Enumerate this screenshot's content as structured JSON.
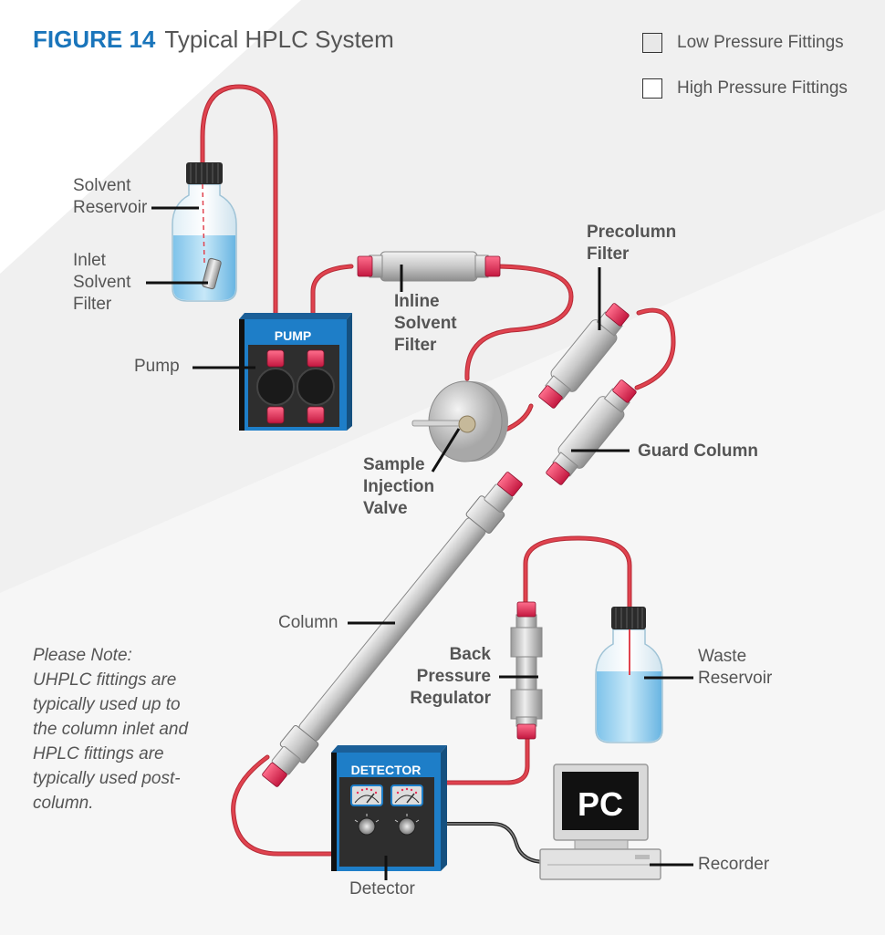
{
  "figure": {
    "number": "FIGURE 14",
    "title": "Typical HPLC System"
  },
  "legend": [
    {
      "label": "Low Pressure Fittings",
      "color": "#e8e8e8"
    },
    {
      "label": "High Pressure Fittings",
      "color": "#ffffff"
    }
  ],
  "labels": {
    "solvent_reservoir": "Solvent\nReservoir",
    "inlet_solvent_filter": "Inlet\nSolvent\nFilter",
    "pump": "Pump",
    "inline_solvent_filter": "Inline\nSolvent\nFilter",
    "precolumn_filter": "Precolumn\nFilter",
    "guard_column": "Guard Column",
    "sample_injection_valve": "Sample\nInjection\nValve",
    "column": "Column",
    "back_pressure_regulator": "Back\nPressure\nRegulator",
    "waste_reservoir": "Waste\nReservoir",
    "detector": "Detector",
    "recorder": "Recorder"
  },
  "device_text": {
    "pump": "PUMP",
    "detector": "DETECTOR",
    "pc": "PC"
  },
  "note": "Please Note: UHPLC fittings are typically used up to the column inlet and HPLC fittings are typically used post-column.",
  "colors": {
    "accent": "#1a75bb",
    "tubing": "#e0434f",
    "fitting": "#e8335a",
    "device_blue": "#1e7ec8"
  }
}
